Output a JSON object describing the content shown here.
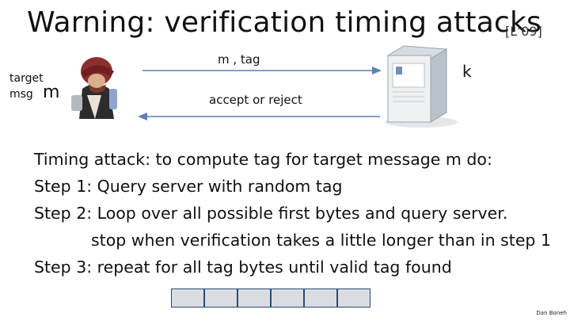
{
  "slide": {
    "title": "Warning:  verification timing attacks",
    "citation": "[L’09]",
    "target_label_1": "target",
    "target_label_2": "msg",
    "target_m": "m",
    "arrow_top_label": "m ,  tag",
    "arrow_bottom_label": "accept or reject",
    "server_key": "k",
    "lines": [
      "Timing attack:   to compute tag for target message m do:",
      "Step 1:   Query server with random tag",
      "Step 2:   Loop over all possible first bytes and query server.",
      "stop when verification takes a little longer than in step 1",
      "Step 3:   repeat for all tag bytes until valid tag found"
    ],
    "tag_byte_count": 6,
    "author": "Dan Boneh"
  },
  "colors": {
    "arrow": "#5b7fb8",
    "byte_fill": "#d9dde2",
    "byte_border": "#2b4a75"
  },
  "icons": [
    "attacker-icon",
    "server-icon"
  ]
}
